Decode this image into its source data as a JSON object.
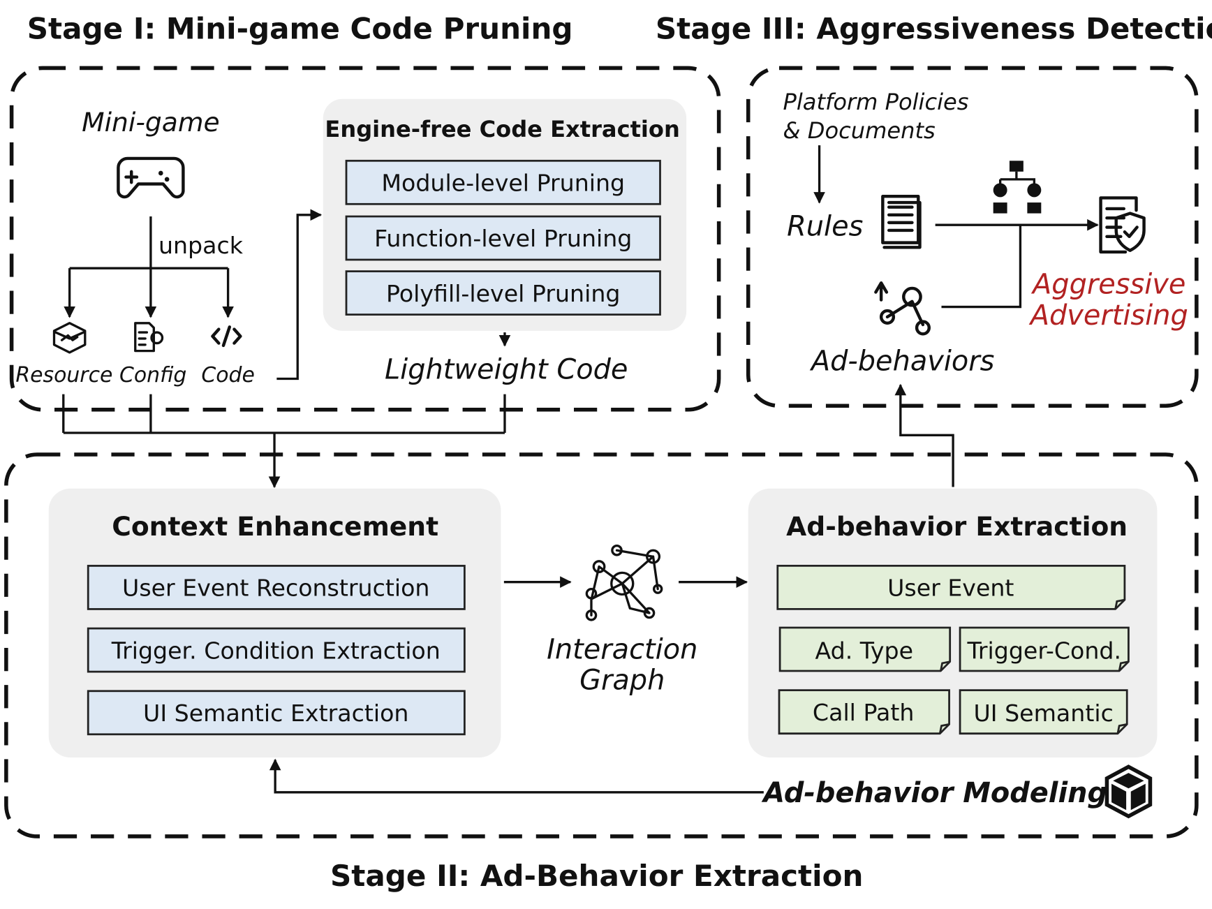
{
  "stage1": {
    "title": "Stage I: Mini-game Code Pruning",
    "minigame": "Mini-game",
    "unpack": "unpack",
    "resource": "Resource",
    "config": "Config",
    "code": "Code",
    "engine_title": "Engine-free Code Extraction",
    "items": [
      "Module-level Pruning",
      "Function-level Pruning",
      "Polyfill-level Pruning"
    ],
    "lightweight": "Lightweight Code"
  },
  "stage3": {
    "title": "Stage III: Aggressiveness Detection",
    "policies1": "Platform Policies",
    "policies2": "& Documents",
    "rules": "Rules",
    "ad_behaviors": "Ad-behaviors",
    "aggressive1": "Aggressive",
    "aggressive2": "Advertising",
    "accent": "#b22222"
  },
  "stage2": {
    "title": "Stage II: Ad-Behavior Extraction",
    "context_title": "Context Enhancement",
    "context_items": [
      "User Event Reconstruction",
      "Trigger. Condition Extraction",
      "UI Semantic Extraction"
    ],
    "graph1": "Interaction",
    "graph2": "Graph",
    "extraction_title": "Ad-behavior Extraction",
    "extraction_items": [
      "User Event",
      "Ad. Type",
      "Trigger-Cond.",
      "Call Path",
      "UI Semantic"
    ],
    "modeling": "Ad-behavior Modeling"
  }
}
